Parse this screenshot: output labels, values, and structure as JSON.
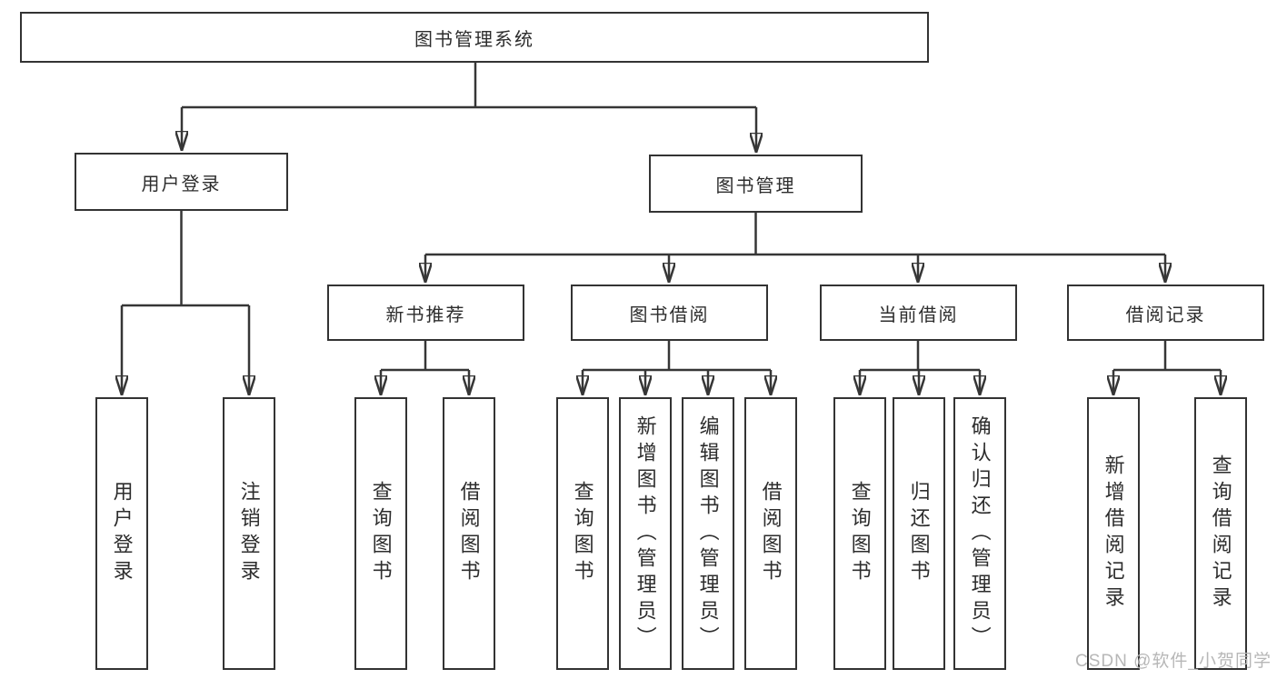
{
  "diagram": {
    "root": {
      "label": "图书管理系统"
    },
    "level1": {
      "user_login": {
        "label": "用户登录"
      },
      "book_management": {
        "label": "图书管理"
      }
    },
    "level2": {
      "new_books": {
        "label": "新书推荐"
      },
      "book_borrow": {
        "label": "图书借阅"
      },
      "current_borrow": {
        "label": "当前借阅"
      },
      "borrow_records": {
        "label": "借阅记录"
      }
    },
    "leaves": {
      "login": {
        "label": "用户登录"
      },
      "logout": {
        "label": "注销登录"
      },
      "nb_query_books": {
        "label": "查询图书"
      },
      "nb_borrow_books": {
        "label": "借阅图书"
      },
      "bb_query_books": {
        "label": "查询图书"
      },
      "bb_add_books": {
        "label": "新增图书（管理员）"
      },
      "bb_edit_books": {
        "label": "编辑图书（管理员）"
      },
      "bb_borrow_books": {
        "label": "借阅图书"
      },
      "cb_query_books": {
        "label": "查询图书"
      },
      "cb_return_books": {
        "label": "归还图书"
      },
      "cb_confirm_return": {
        "label": "确认归还（管理员）"
      },
      "br_add_record": {
        "label": "新增借阅记录"
      },
      "br_query_record": {
        "label": "查询借阅记录"
      }
    }
  },
  "watermark": {
    "text": "CSDN @软件_小贺同学"
  }
}
